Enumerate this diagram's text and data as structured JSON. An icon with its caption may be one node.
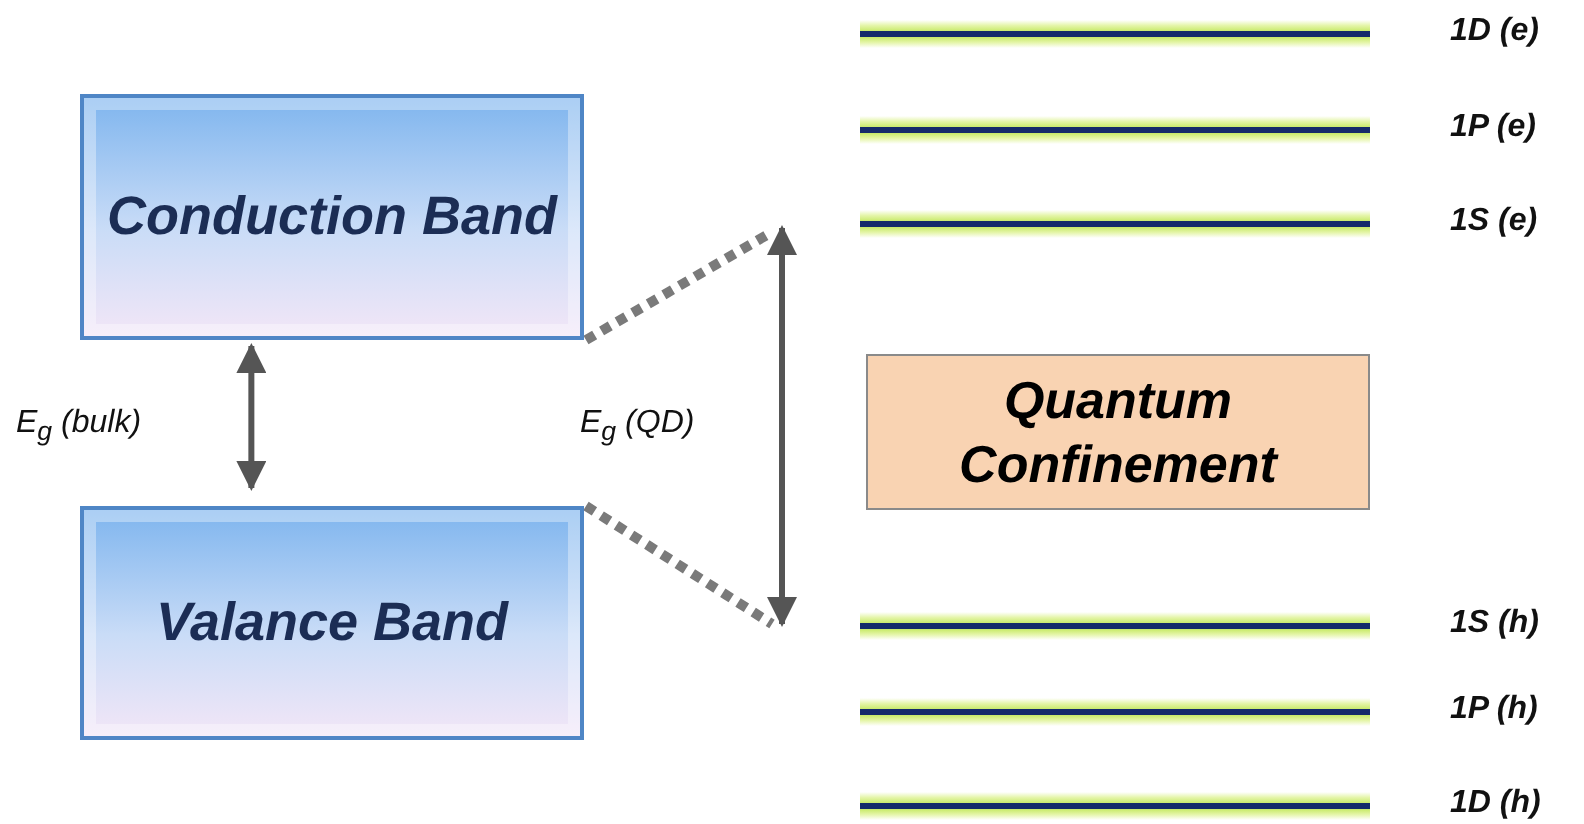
{
  "diagram": {
    "nodes": [
      {
        "text": [
          "Conduction Band"
        ]
      },
      {
        "text": [
          "Valance Band"
        ]
      },
      {
        "text": [
          "Quantum Confinement"
        ]
      },
      {
        "text": [],
        "shape": "bar",
        "beside": [
          "1D (e)"
        ]
      },
      {
        "text": [],
        "shape": "bar",
        "beside": [
          "1P (e)"
        ]
      },
      {
        "text": [],
        "shape": "bar",
        "beside": [
          "1S (e)"
        ]
      },
      {
        "text": [],
        "shape": "bar",
        "beside": [
          "1S (h)"
        ]
      },
      {
        "text": [],
        "shape": "bar",
        "beside": [
          "1P (h)"
        ]
      },
      {
        "text": [],
        "shape": "bar",
        "beside": [
          "1D (h)"
        ]
      }
    ],
    "edges": [
      {
        "from": 0,
        "to": 1,
        "arrow": "both",
        "label": "E$_{g}$ (bulk)"
      },
      {
        "from": 0,
        "to": null,
        "arrow": "none",
        "style": "dashed"
      },
      {
        "from": 1,
        "to": null,
        "arrow": "none",
        "style": "dashed"
      }
    ],
    "labels": [
      "E$_{g}$ (QD)"
    ]
  }
}
